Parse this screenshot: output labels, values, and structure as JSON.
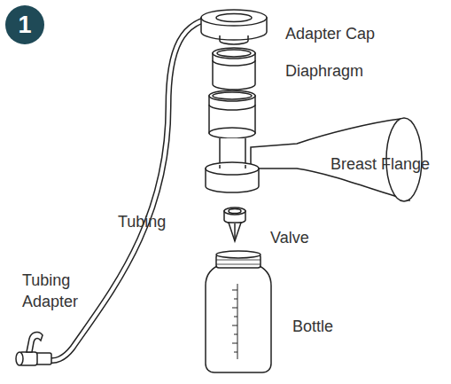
{
  "diagram": {
    "nodes": [
      {
        "text": [
          "1"
        ]
      }
    ],
    "labels": [
      "Adapter Cap",
      "Diaphragm",
      "Breast Flange",
      "Tubing",
      "Valve",
      "Tubing Adapter",
      "Bottle"
    ]
  }
}
